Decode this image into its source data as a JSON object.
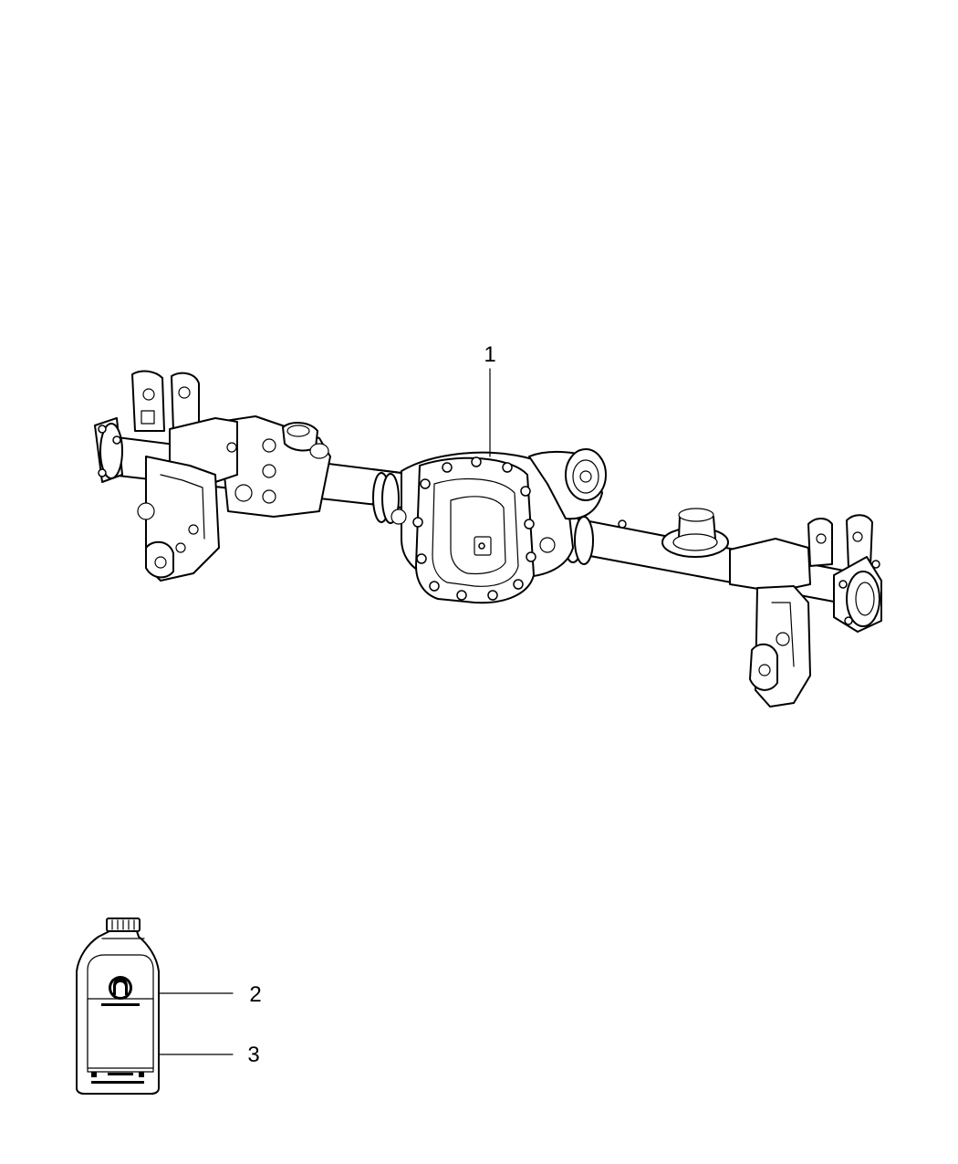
{
  "callouts": [
    {
      "label": "1",
      "part": "axle-assembly"
    },
    {
      "label": "2",
      "part": "lubricant-bottle"
    },
    {
      "label": "3",
      "part": "lubricant-bottle-label"
    }
  ],
  "colors": {
    "line": "#000000",
    "background": "#ffffff"
  },
  "icons": [
    "mopar-logo-icon"
  ]
}
